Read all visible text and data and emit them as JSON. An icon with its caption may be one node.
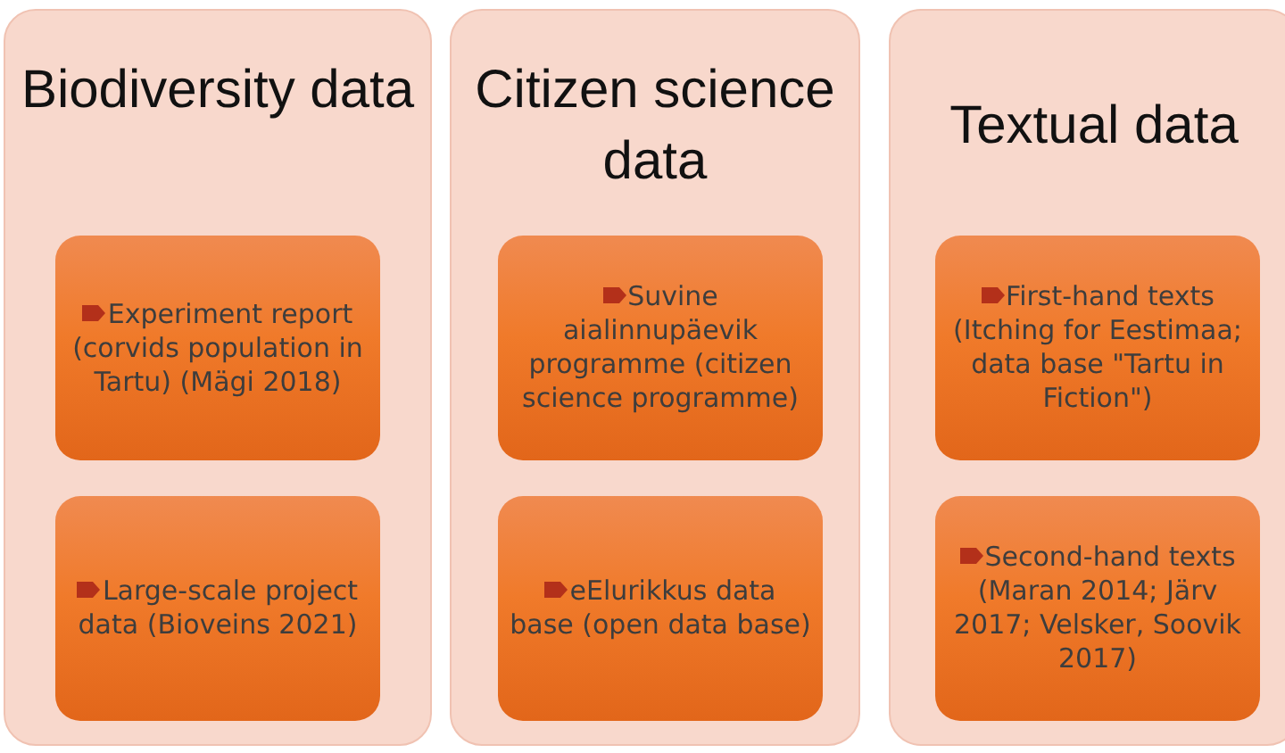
{
  "diagram": {
    "nodes": [
      {
        "text": [
          "Biodiversity data"
        ]
      },
      {
        "text": [
          "Experiment report (corvids population in Tartu) (Mägi 2018)"
        ],
        "in": 0
      },
      {
        "text": [
          "Large-scale project data (Bioveins 2021)"
        ],
        "in": 0
      },
      {
        "text": [
          "Citizen science data"
        ]
      },
      {
        "text": [
          "Suvine aialinnupäevik programme (citizen science programme)"
        ],
        "in": 3
      },
      {
        "text": [
          "eElurikkus data base (open data base)"
        ],
        "in": 3
      },
      {
        "text": [
          "Textual data"
        ]
      },
      {
        "text": [
          "First-hand texts (Itching for Eestimaa; data base \"Tartu in Fiction\")"
        ],
        "in": 6
      },
      {
        "text": [
          "Second-hand texts (Maran 2014; Järv 2017; Velsker, Soovik 2017)"
        ],
        "in": 6
      }
    ],
    "edges": []
  }
}
